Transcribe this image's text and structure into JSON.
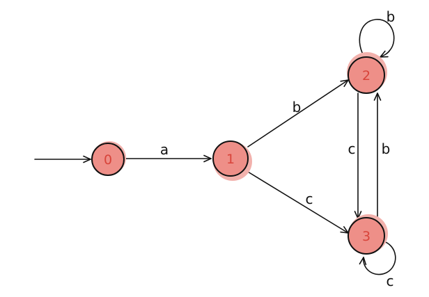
{
  "colors": {
    "state_fill": "#ee8f88",
    "state_halo": "#f2b1ac",
    "state_label": "#d8443a",
    "stroke": "#111111",
    "background": "#ffffff"
  },
  "states": [
    {
      "id": "0",
      "label": "0"
    },
    {
      "id": "1",
      "label": "1"
    },
    {
      "id": "2",
      "label": "2"
    },
    {
      "id": "3",
      "label": "3"
    }
  ],
  "transitions": [
    {
      "from": "0",
      "to": "1",
      "label": "a"
    },
    {
      "from": "1",
      "to": "2",
      "label": "b"
    },
    {
      "from": "1",
      "to": "3",
      "label": "c"
    },
    {
      "from": "2",
      "to": "3",
      "label": "c"
    },
    {
      "from": "3",
      "to": "2",
      "label": "b"
    },
    {
      "from": "2",
      "to": "2",
      "label": "b"
    },
    {
      "from": "3",
      "to": "3",
      "label": "c"
    }
  ],
  "start_state": "0"
}
